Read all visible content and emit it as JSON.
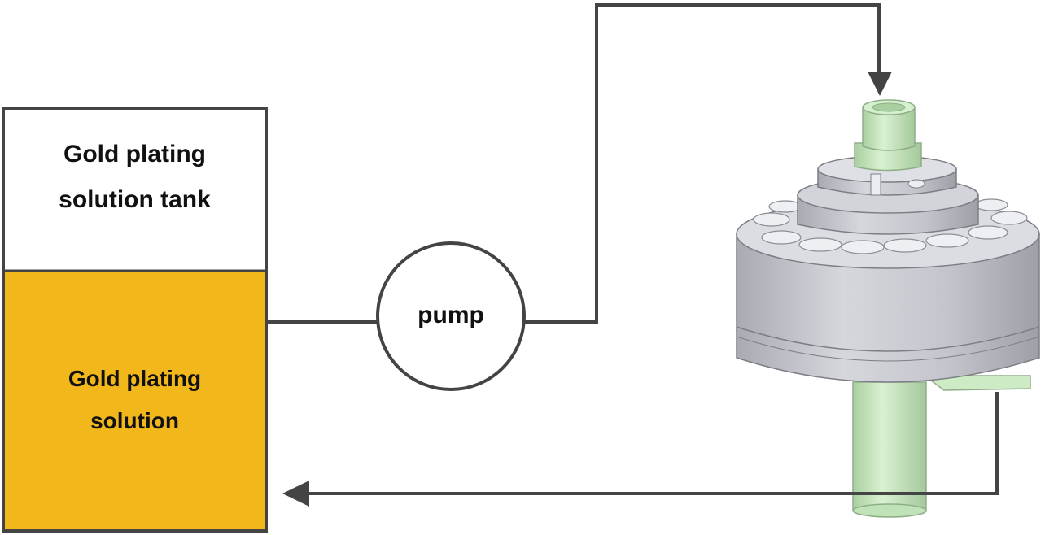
{
  "tank": {
    "title_line1": "Gold plating",
    "title_line2": "solution tank",
    "solution_line1": "Gold plating",
    "solution_line2": "solution"
  },
  "pump": {
    "label": "pump"
  },
  "colors": {
    "solution": "#F2B71B",
    "line": "#444444",
    "cell_gray": "#C7C8CF",
    "cell_green": "#CDEBC4"
  },
  "icons": {
    "pump": "circle",
    "arrow": "triangle-head",
    "plating_cell": "cylindrical-apparatus"
  }
}
